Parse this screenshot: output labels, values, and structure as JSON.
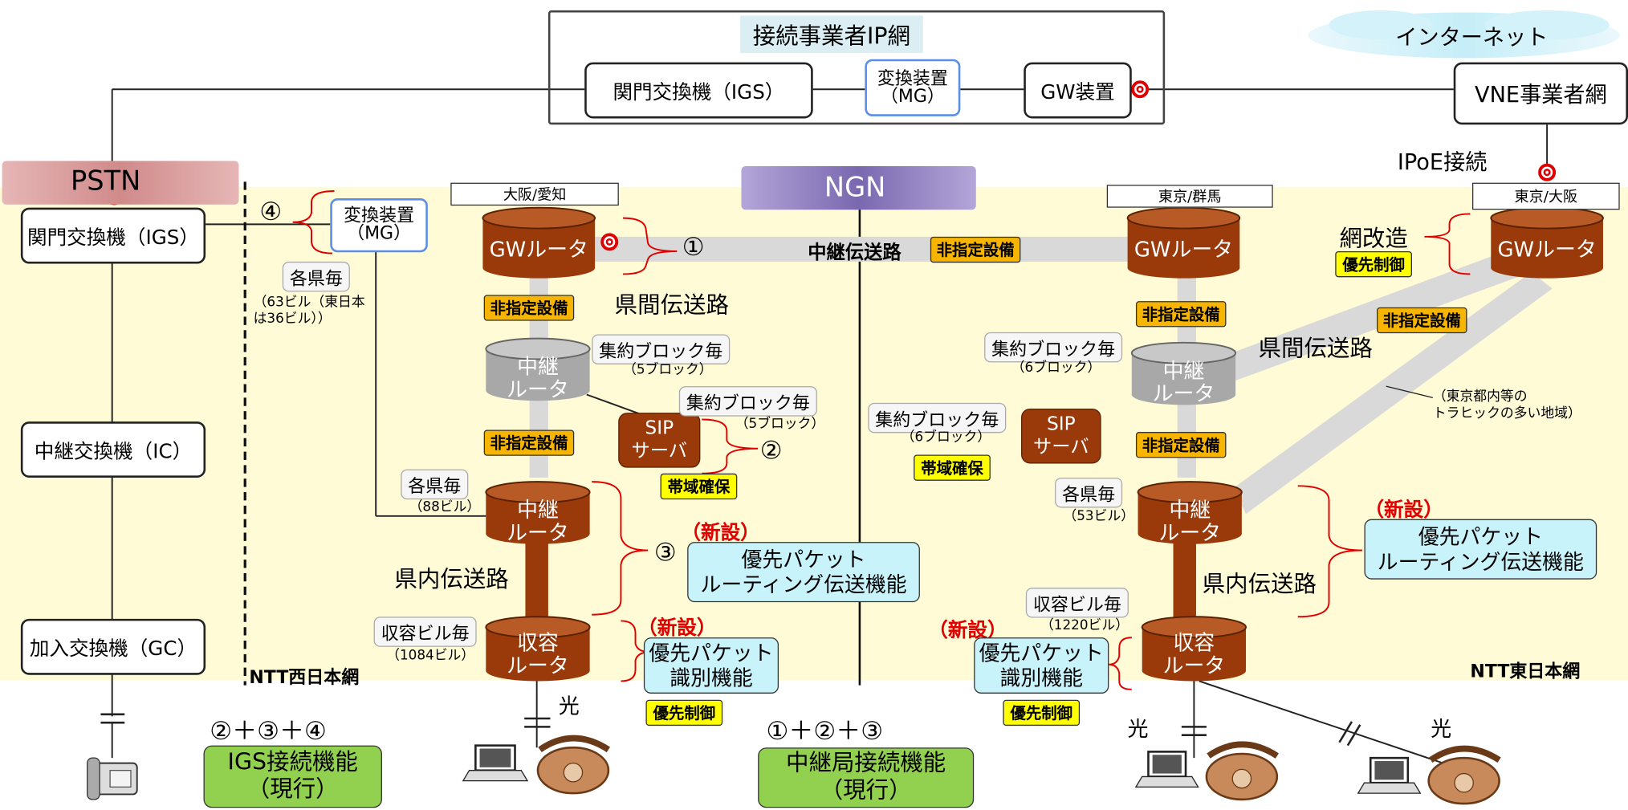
{
  "top": {
    "carrier_network": "接続事業者IP網",
    "internet": "インターネット",
    "igs": "関門交換機（IGS）",
    "mg": "変換装置\n（MG）",
    "gw": "GW装置",
    "vne": "VNE事業者網",
    "ipoe": "IPoE接続"
  },
  "pstn": {
    "title": "PSTN",
    "igs": "関門交換機（IGS）",
    "ic": "中継交換機（IC）",
    "gc": "加入交換機（GC）"
  },
  "ngn": {
    "title": "NGN",
    "west_label": "NTT西日本網",
    "east_label": "NTT東日本網"
  },
  "west": {
    "osaka_header": "大阪/愛知",
    "mg": "変換装置\n（MG）",
    "per_pref": "各県毎",
    "per_pref_note": "（63ビル（東日本\nは36ビル））",
    "gw_router": "GWルータ",
    "relay_router_top": "中継\nルータ",
    "relay_router_bottom": "中継\nルータ",
    "access_router": "収容\nルータ",
    "sip_server": "SIP\nサーバ",
    "agg_block_1": "集約ブロック毎",
    "agg_block_1_note": "（5ブロック）",
    "agg_block_2": "集約ブロック毎",
    "agg_block_2_note": "（5ブロック）",
    "per_pref_2": "各県毎",
    "per_pref_2_note": "（88ビル）",
    "per_building": "収容ビル毎",
    "per_building_note": "（1084ビル）",
    "inter_pref": "県間伝送路",
    "intra_pref": "県内伝送路"
  },
  "east": {
    "tokyo_gunma": "東京/群馬",
    "tokyo_osaka": "東京/大阪",
    "gw_router": "GWルータ",
    "gw_router_2": "GWルータ",
    "net_modify": "網改造",
    "relay_router_top": "中継\nルータ",
    "relay_router_bottom": "中継\nルータ",
    "access_router": "収容\nルータ",
    "sip_server": "SIP\nサーバ",
    "agg_block_1": "集約ブロック毎",
    "agg_block_1_note": "（6ブロック）",
    "agg_block_2": "集約ブロック毎",
    "agg_block_2_note": "（6ブロック）",
    "per_pref": "各県毎",
    "per_pref_note": "（53ビル）",
    "per_building": "収容ビル毎",
    "per_building_note": "（1220ビル）",
    "inter_pref": "県間伝送路",
    "intra_pref": "県内伝送路",
    "tokyo_note": "（東京都内等の\nトラヒックの多い地域）"
  },
  "middle": {
    "relay_path": "中継伝送路"
  },
  "tags": {
    "non_designated": "非指定設備",
    "priority_control": "優先制御",
    "bandwidth": "帯域確保",
    "new": "（新設）",
    "priority_routing": "優先パケット\nルーティング伝送機能",
    "priority_ident": "優先パケット\n識別機能"
  },
  "circles": {
    "c1": "①",
    "c2": "②",
    "c3": "③",
    "c4": "④"
  },
  "bottom": {
    "hikari": "光",
    "formula_left": "②＋③＋④",
    "igs_function": "IGS接続機能\n（現行）",
    "formula_mid": "①＋②＋③",
    "relay_function": "中継局接続機能\n（現行）"
  },
  "colors": {
    "ngn_bg": "#fffbd6",
    "router_brown": "#9a3a0a",
    "router_gray": "#a8a8a8",
    "pstn_pink": "#d79b9b",
    "ngn_purple": "#8a78b8",
    "new_red": "#e00000"
  }
}
